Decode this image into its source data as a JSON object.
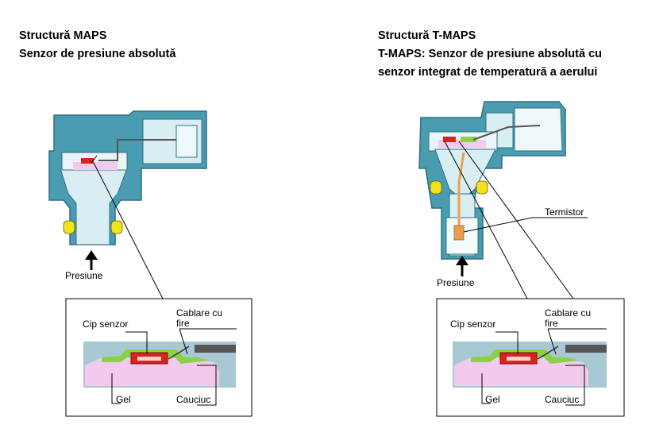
{
  "left_panel": {
    "title_line1": "Structură MAPS",
    "title_line2": "Senzor de presiune absolută",
    "pressure_label": "Presiune",
    "detail": {
      "chip_label": "Cip senzor",
      "wiring_label_line1": "Cablare cu",
      "wiring_label_line2": "fire",
      "gel_label": "Gel",
      "rubber_label": "Cauciuc"
    }
  },
  "right_panel": {
    "title_line1": "Structură T-MAPS",
    "title_line2": "T-MAPS: Senzor de presiune absolută cu",
    "title_line3": "senzor integrat de temperatură a aerului",
    "thermistor_label": "Termistor",
    "pressure_label": "Presiune",
    "detail": {
      "chip_label": "Cip senzor",
      "wiring_label_line1": "Cablare cu",
      "wiring_label_line2": "fire",
      "gel_label": "Gel",
      "rubber_label": "Cauciuc"
    }
  },
  "colors": {
    "housing": "#4a9cb0",
    "housing_dark": "#2e6f85",
    "cavity": "#d9eef3",
    "seal": "#f2e21a",
    "chip": "#d9241b",
    "gel": "#f4c9ee",
    "green_layer": "#8ad14a",
    "thermistor": "#e8a050"
  }
}
